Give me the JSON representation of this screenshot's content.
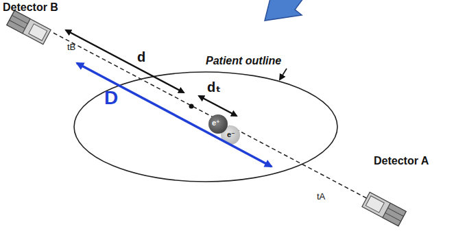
{
  "diagram": {
    "labels": [
      "Detector B",
      "Patient outline",
      "d",
      "dₜ",
      "tB",
      "D",
      "e⁺",
      "e⁻",
      "tA",
      "Detector A"
    ]
  }
}
